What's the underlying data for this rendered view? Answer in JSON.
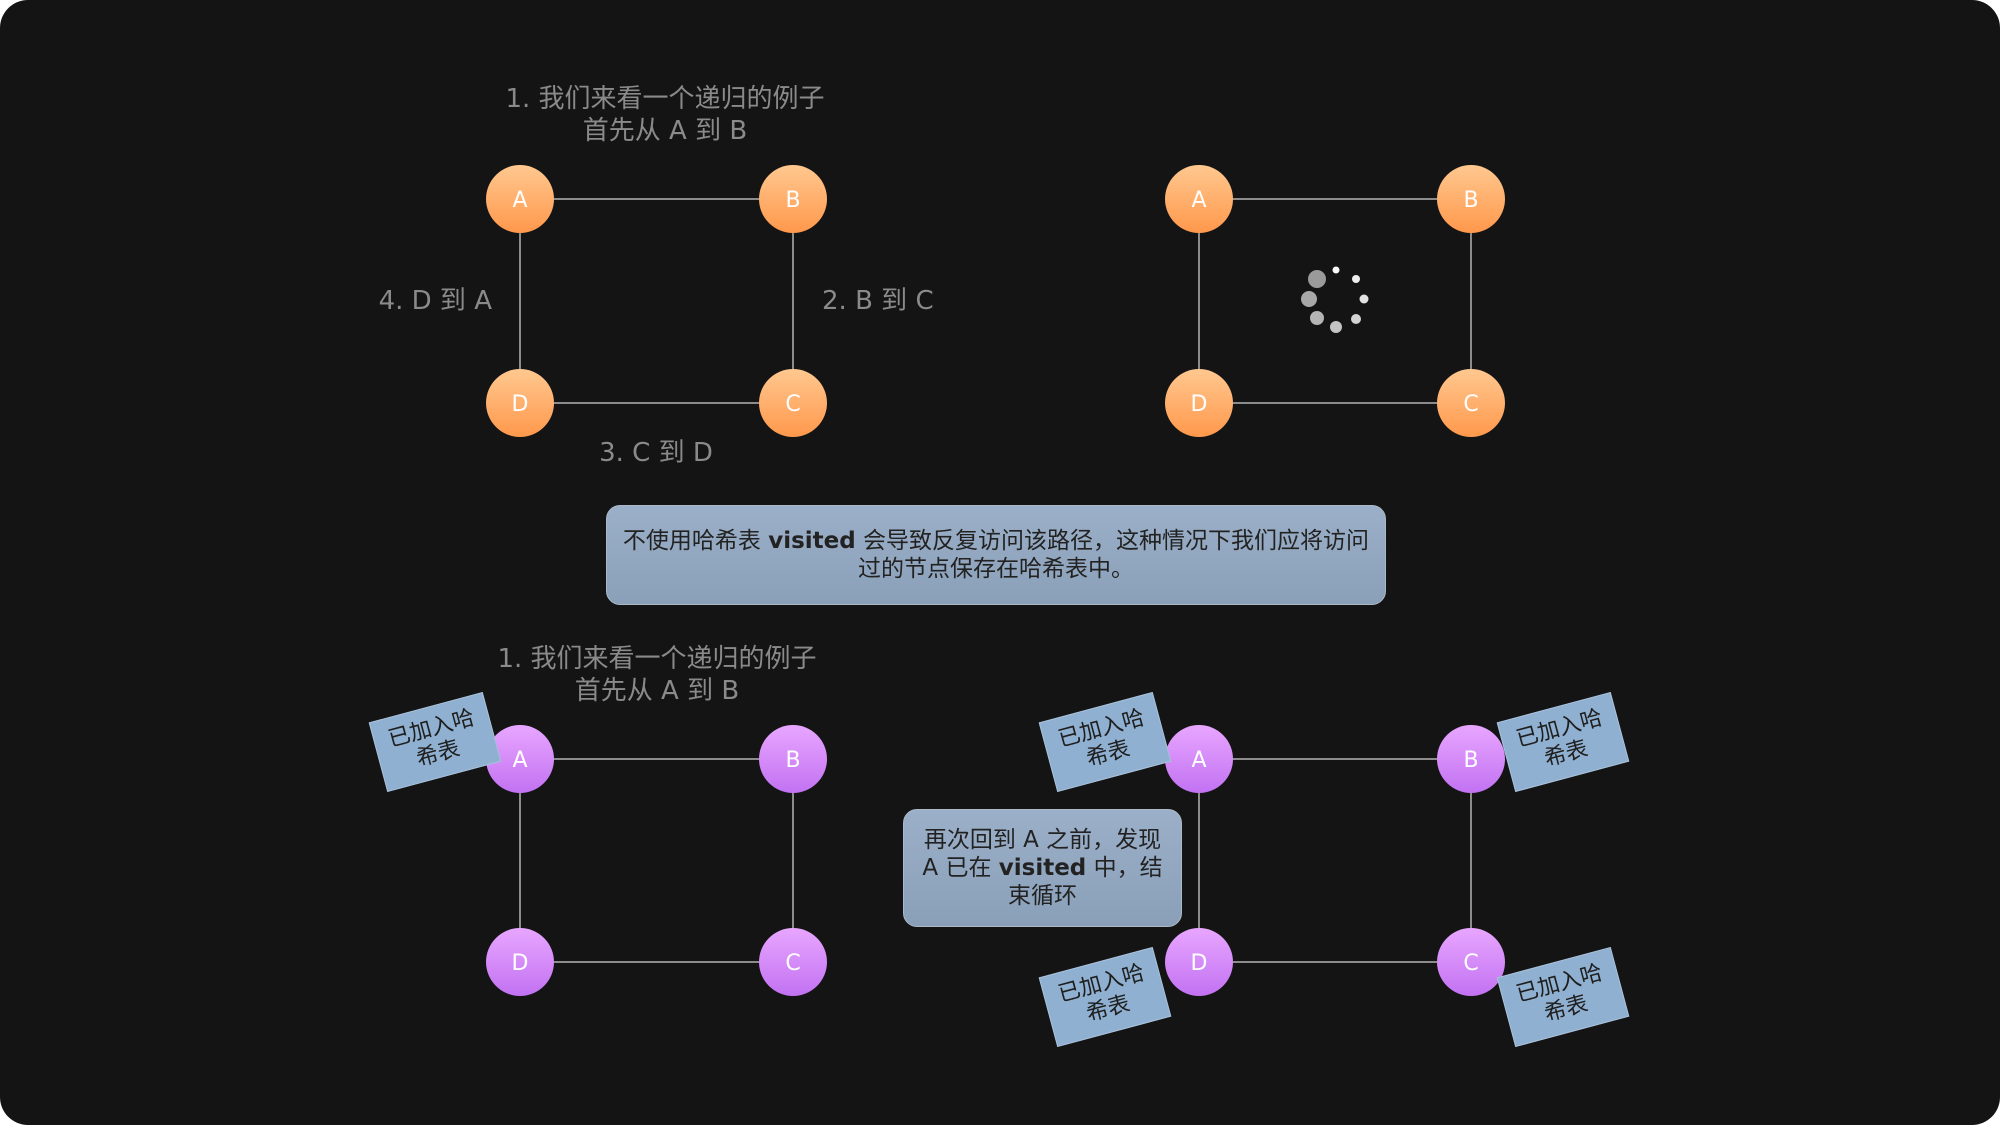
{
  "diagram": {
    "top_left": {
      "caption_line1": "1. 我们来看一个递归的例子",
      "caption_line2": "首先从 A 到 B",
      "edge_bc": "2. B 到 C",
      "edge_cd": "3. C 到 D",
      "edge_da": "4. D 到 A",
      "nodes": [
        "A",
        "B",
        "C",
        "D"
      ]
    },
    "top_right": {
      "nodes": [
        "A",
        "B",
        "C",
        "D"
      ],
      "loading_icon": "spinner-icon"
    },
    "middle_note": {
      "before": "不使用哈希表 ",
      "bold": "visited",
      "after": " 会导致反复访问该路径，这种情况下我们应将访问过的节点保存在哈希表中。"
    },
    "bottom_left": {
      "caption_line1": "1. 我们来看一个递归的例子",
      "caption_line2": "首先从 A 到 B",
      "nodes": [
        "A",
        "B",
        "C",
        "D"
      ],
      "tag_line1": "已加入哈",
      "tag_line2": "希表"
    },
    "bottom_right": {
      "nodes": [
        "A",
        "B",
        "C",
        "D"
      ],
      "tag_line1": "已加入哈",
      "tag_line2": "希表",
      "callout_before": "再次回到 A 之前，发现 A 已在 ",
      "callout_bold": "visited",
      "callout_after": " 中，结束循环"
    },
    "colors": {
      "background": "#141414",
      "orange_node_top": "#ffc58f",
      "orange_node_bottom": "#ff9a4d",
      "purple_node_top": "#e6a0ff",
      "purple_node_bottom": "#c070f0",
      "edge": "#8c8c8c",
      "label": "#8a8a8a",
      "note_fill": "#8fb0d0",
      "info_fill": "#93a9c1"
    }
  }
}
